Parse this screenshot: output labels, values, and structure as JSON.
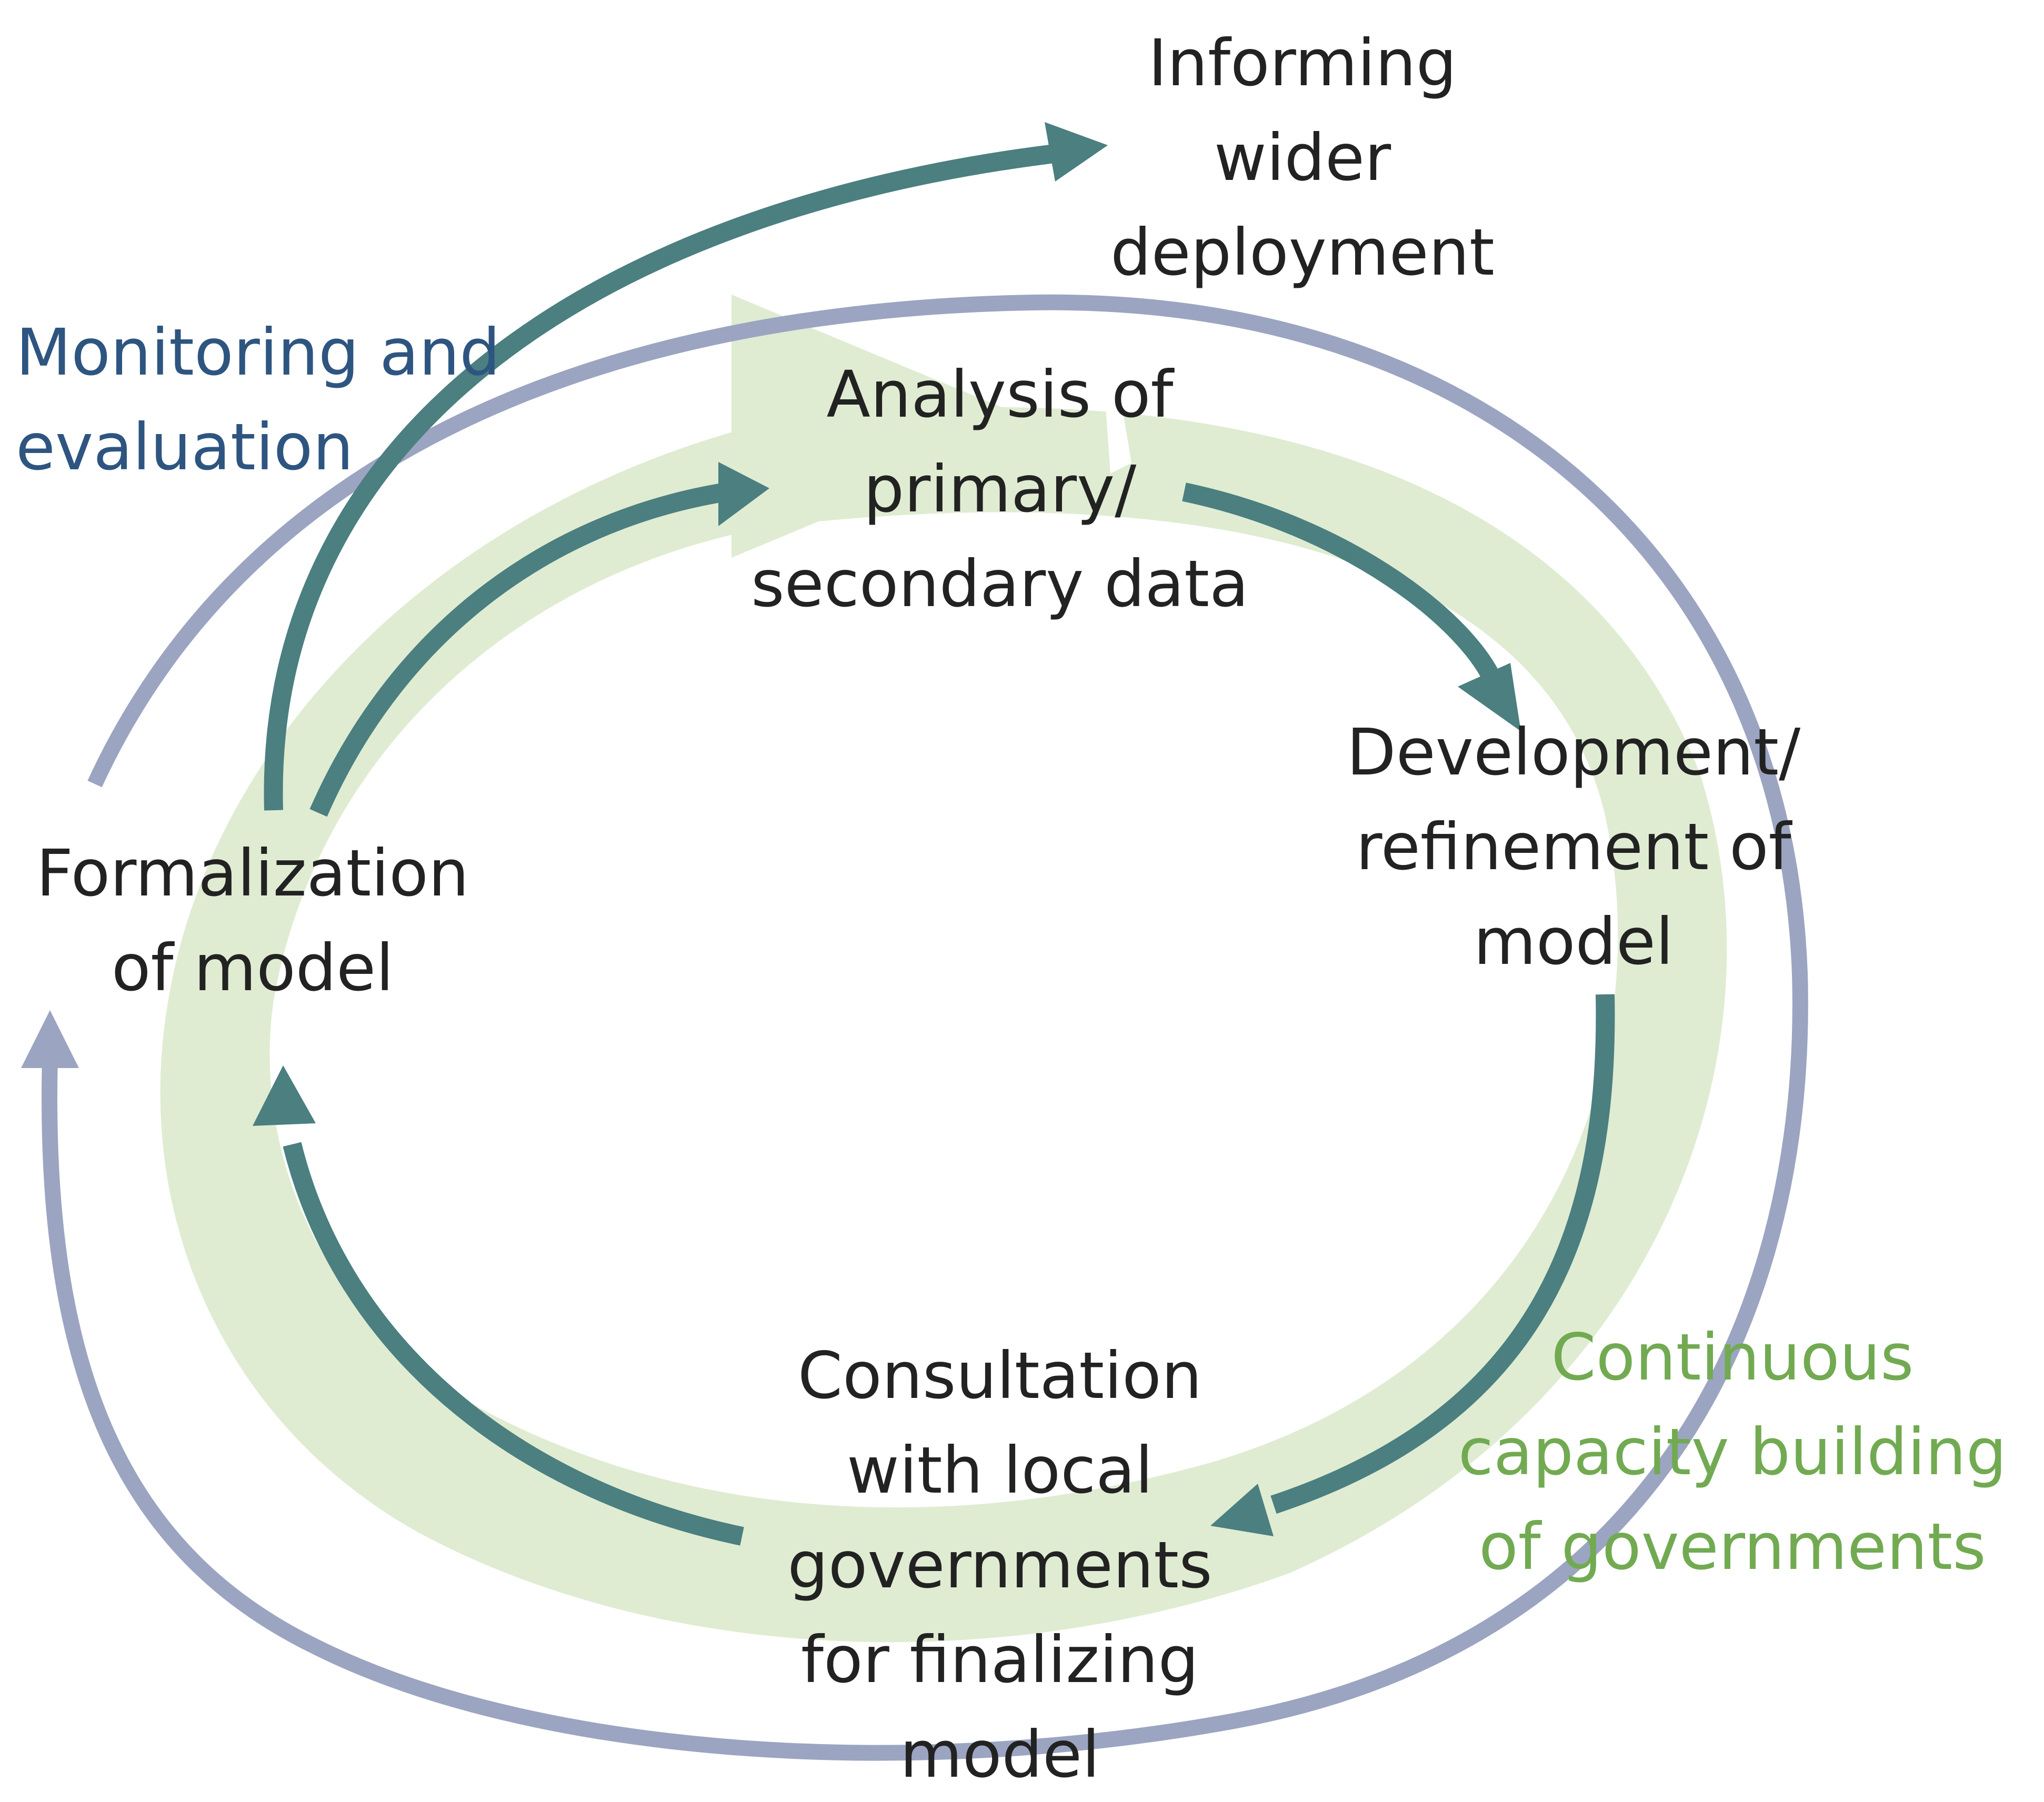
{
  "title": "",
  "colors": {
    "big_cycle_fill": "#dfecd2",
    "arrow_teal": "#4b7f80",
    "outer_ring": "#9ba5c1",
    "monitoring_text": "#2e5580",
    "capacity_text": "#72aa52",
    "node_text": "#222222"
  },
  "nodes": {
    "informing": "Informing\nwider\ndeployment",
    "analysis": "Analysis of\nprimary/\nsecondary data",
    "development": "Development/\nrefinement of\nmodel",
    "formalization": "Formalization\nof model",
    "consultation": "Consultation\nwith local\ngovernments\nfor finalizing\nmodel"
  },
  "themes": {
    "monitoring": "Monitoring and\nevaluation",
    "capacity": "Continuous\ncapacity building\nof governments"
  },
  "edges": [
    {
      "from": "formalization",
      "to": "analysis"
    },
    {
      "from": "analysis",
      "to": "development"
    },
    {
      "from": "development",
      "to": "consultation"
    },
    {
      "from": "consultation",
      "to": "formalization"
    },
    {
      "from": "formalization",
      "to": "informing"
    }
  ]
}
